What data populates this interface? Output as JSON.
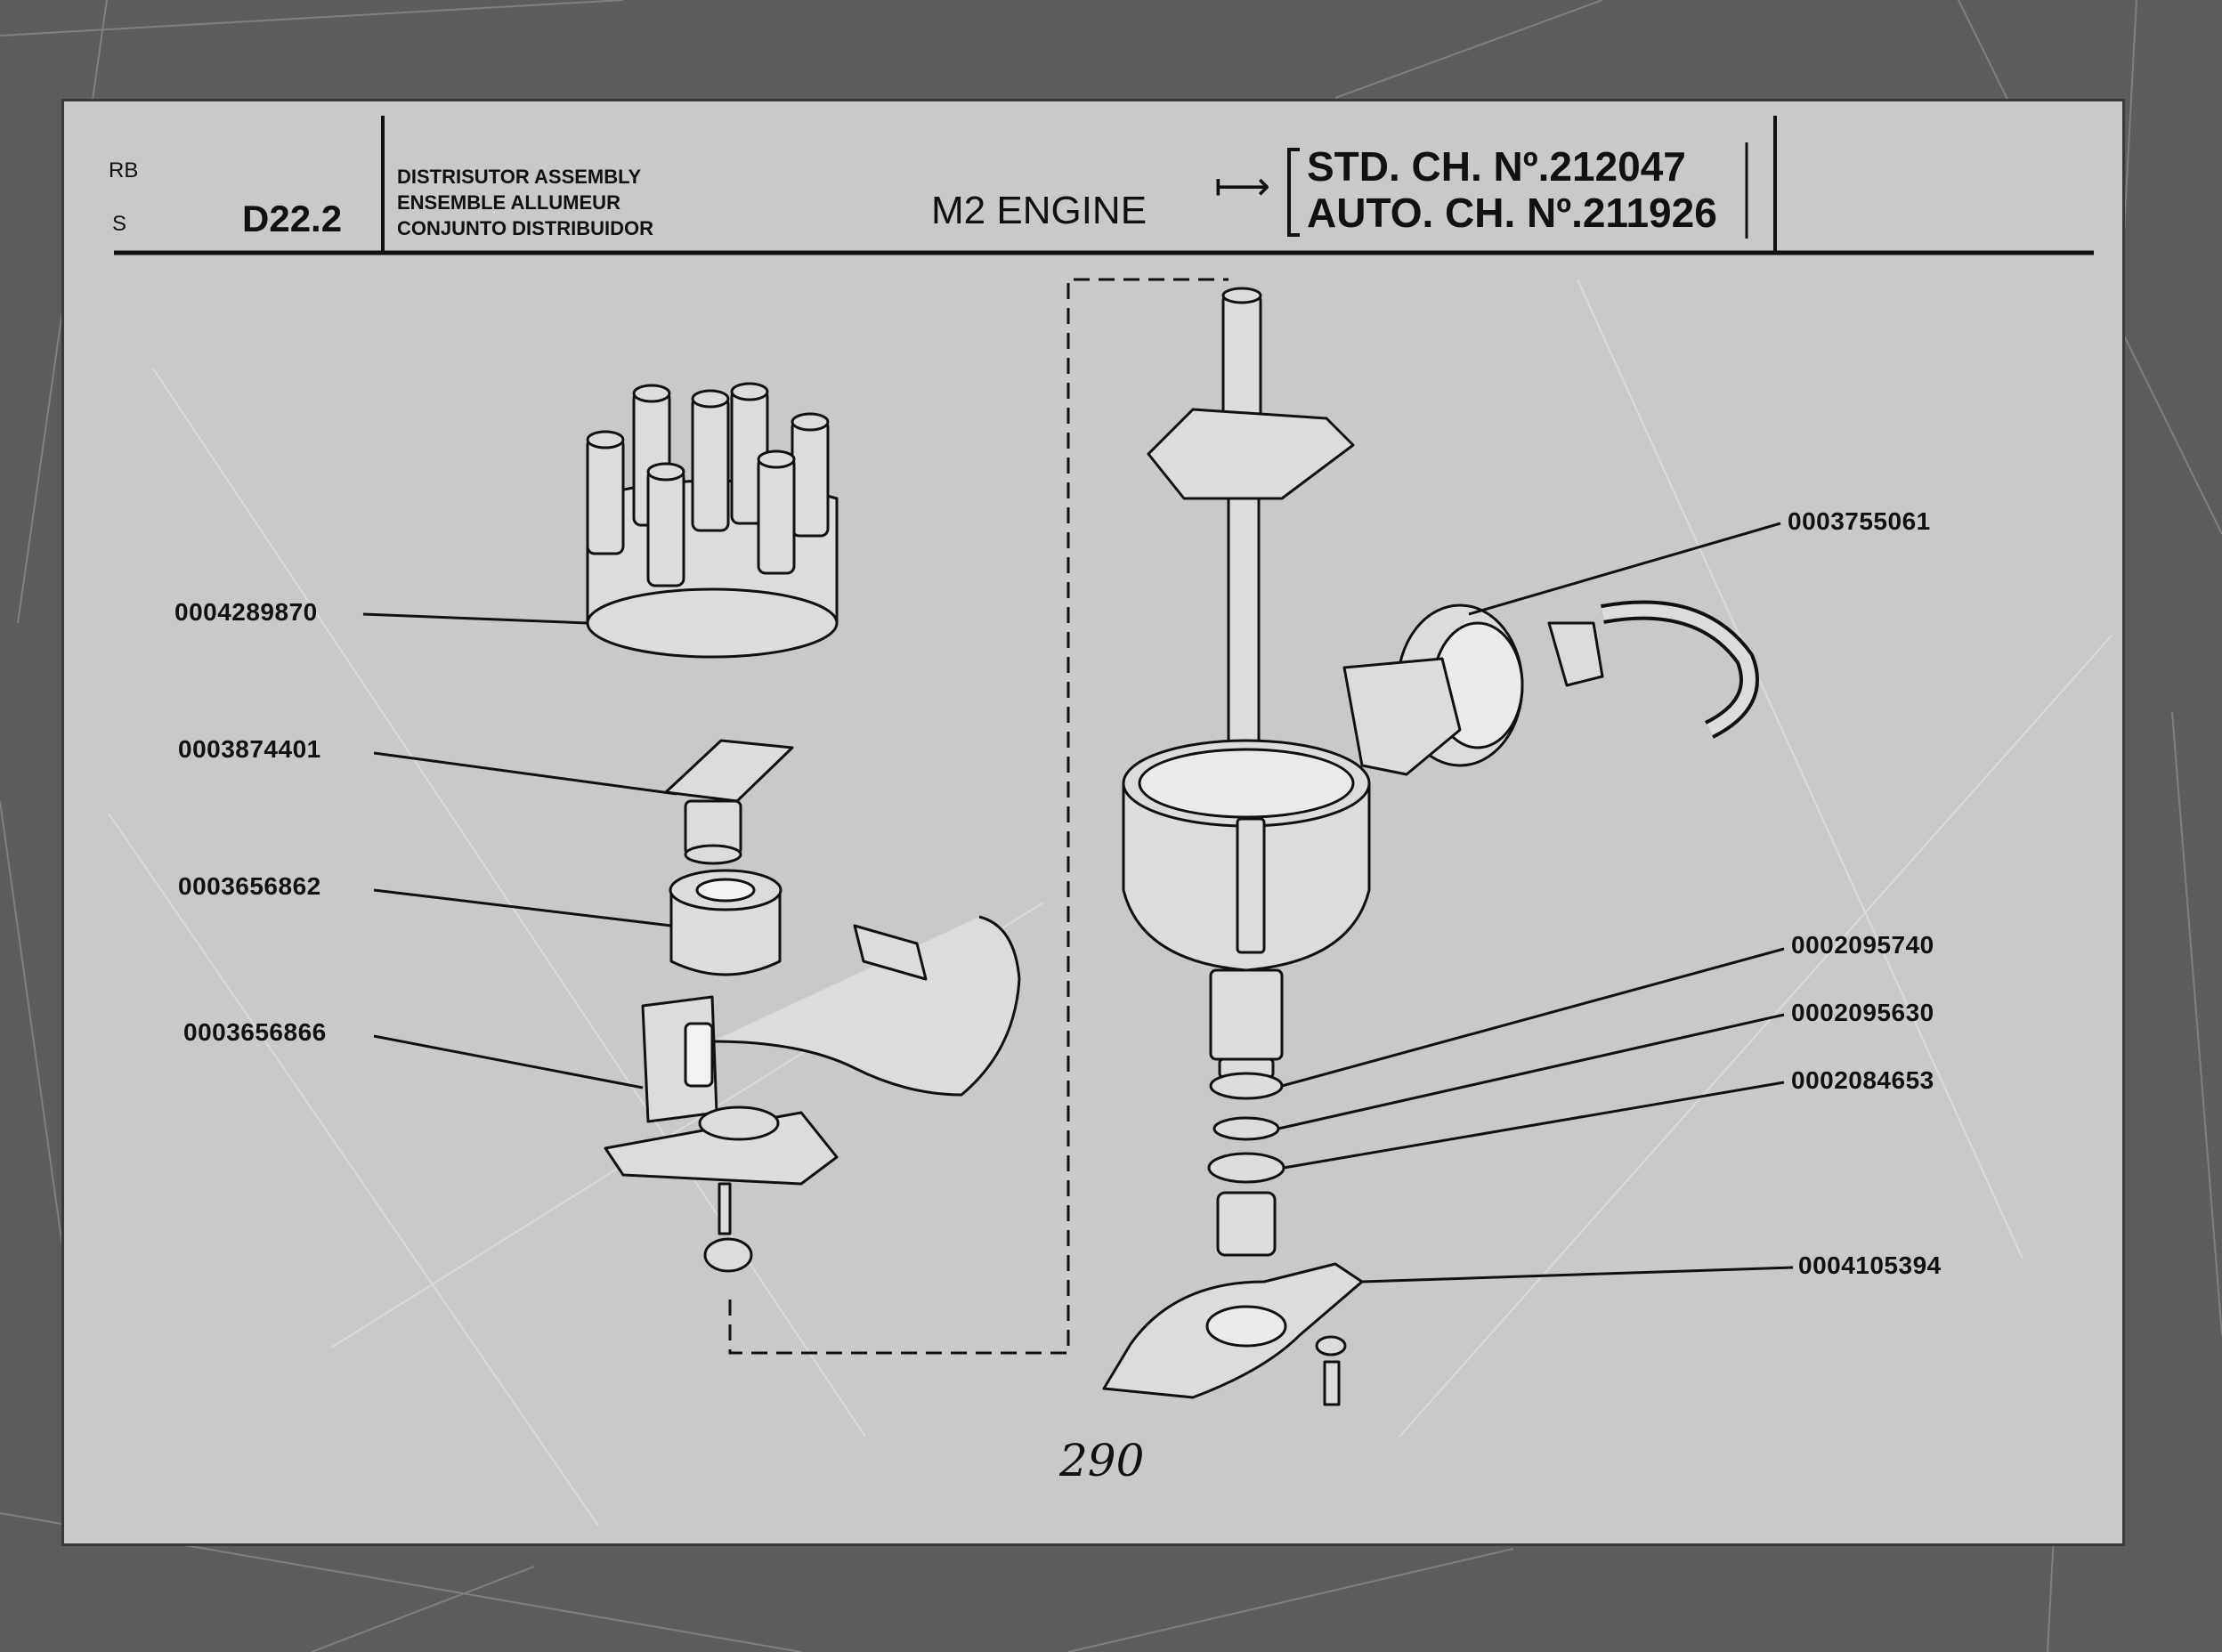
{
  "header": {
    "lang_codes": [
      "RB",
      "S"
    ],
    "section_code": "D22.2",
    "assembly_names": [
      "DISTRISUTOR ASSEMBLY",
      "ENSEMBLE ALLUMEUR",
      "CONJUNTO DISTRIBUIDOR"
    ],
    "engine": "M2 ENGINE",
    "arrow": "⟼",
    "chassis_std": "STD. CH. Nº.212047",
    "chassis_auto": "AUTO. CH. Nº.211926"
  },
  "parts": {
    "distributor_cap": "0004289870",
    "rotor": "0003874401",
    "reluctor": "0003656862",
    "pickup_module": "0003656866",
    "vacuum_unit": "0003755061",
    "thrust_washer": "0002095740",
    "washer": "0002095630",
    "seal_ring": "0002084653",
    "clamp_plate": "0004105394"
  },
  "page_number": "290",
  "colors": {
    "background": "#5c5c5c",
    "paper": "#c9c9c9",
    "ink": "#111111"
  }
}
